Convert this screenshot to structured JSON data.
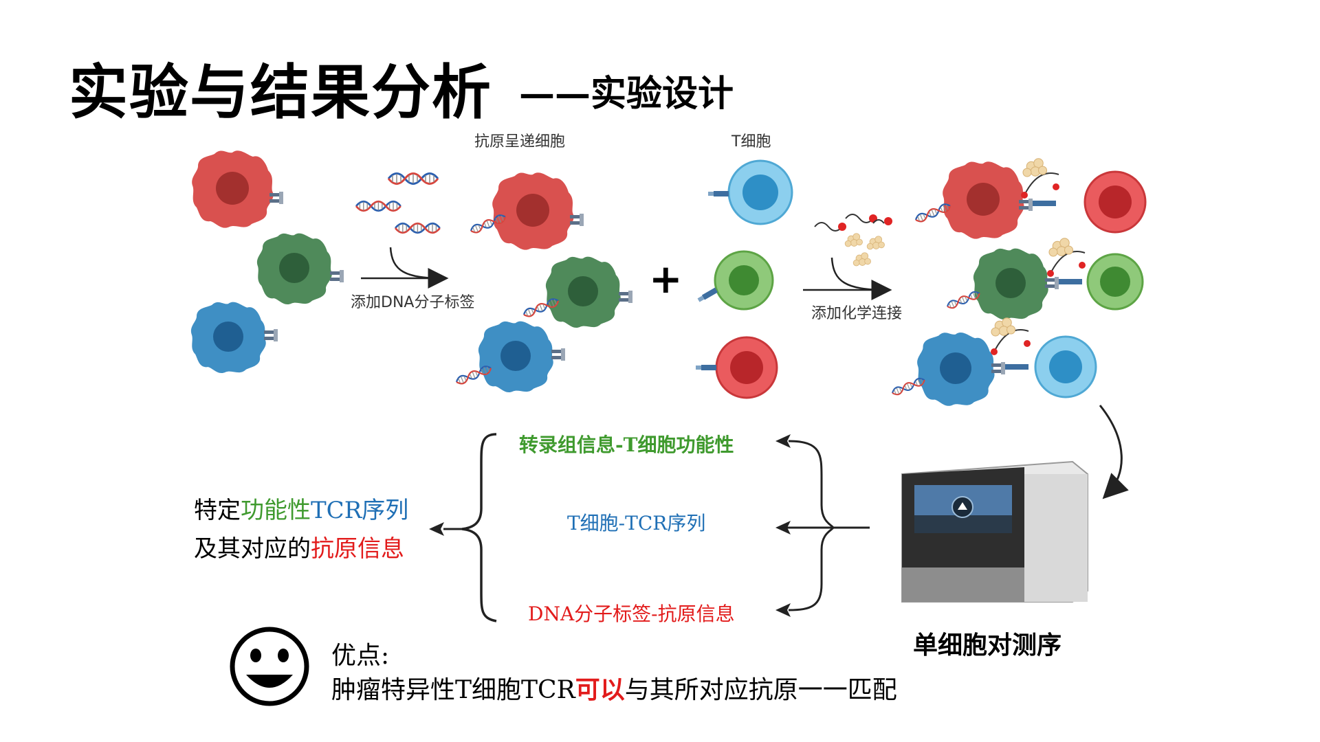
{
  "title": "实验与结果分析",
  "subtitle": "——实验设计",
  "labels": {
    "apc": "抗原呈递细胞",
    "tcell": "T细胞",
    "add_dna": "添加DNA分子标签",
    "add_chem": "添加化学连接",
    "plus": "+",
    "sequencer": "单细胞对测序"
  },
  "info": {
    "transcriptome": "转录组信息-T细胞功能性",
    "tcr": "T细胞-TCR序列",
    "dna_tag": "DNA分子标签-抗原信息"
  },
  "result": {
    "line1_a": "特定",
    "line1_b": "功能性",
    "line1_c": "TCR序列",
    "line2_a": "及其对应的",
    "line2_b": "抗原信息"
  },
  "advantage": {
    "label": "优点:",
    "line_a": "肿瘤特异性T细胞TCR",
    "line_b": "可以",
    "line_c": "与其所对应抗原一一匹配"
  },
  "colors": {
    "red_cell": "#d9514f",
    "green_cell": "#4f8a5a",
    "blue_cell": "#3f8fc4",
    "tcell_blue": "#5bb8e3",
    "tcell_green": "#6fb154",
    "tcell_red": "#e0474a"
  }
}
